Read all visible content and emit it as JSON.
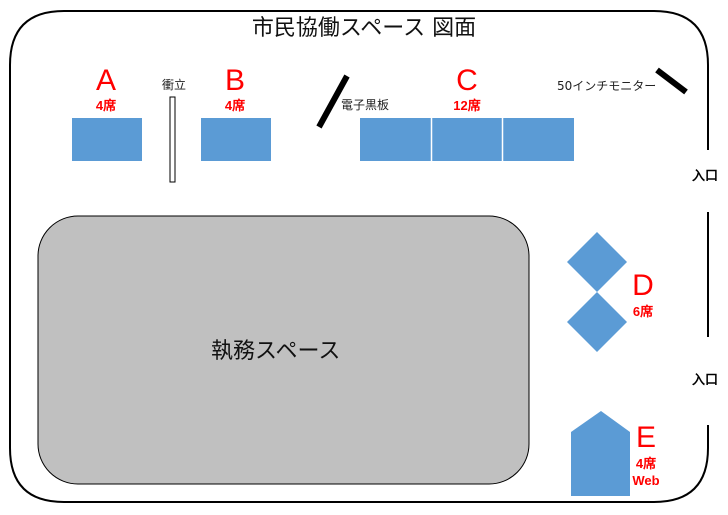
{
  "title": "市民協働スペース 図面",
  "colors": {
    "table": "#5b9bd5",
    "table_border": "#ffffff",
    "label": "#ff0000",
    "work_area": "#c0c0c0",
    "wall": "#000000"
  },
  "areas": {
    "A": {
      "letter": "A",
      "seats": "4席"
    },
    "B": {
      "letter": "B",
      "seats": "4席"
    },
    "C": {
      "letter": "C",
      "seats": "12席"
    },
    "D": {
      "letter": "D",
      "seats": "6席"
    },
    "E": {
      "letter": "E",
      "seats": "4席",
      "extra": "Web"
    }
  },
  "labels": {
    "partition": "衝立",
    "whiteboard": "電子黒板",
    "monitor": "50インチモニター",
    "entrance_top": "入口",
    "entrance_bottom": "入口",
    "work_space": "執務スペース"
  }
}
